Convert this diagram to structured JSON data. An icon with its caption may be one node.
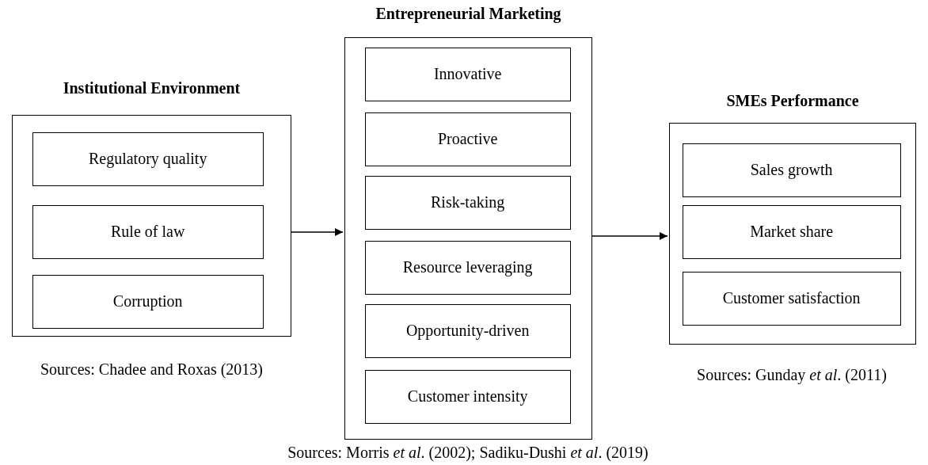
{
  "diagram": {
    "nodes": [
      {
        "text": [
          "Institutional Environment"
        ],
        "beside": [
          "Sources: Chadee and Roxas (2013)"
        ]
      },
      {
        "text": [
          "Regulatory quality"
        ],
        "in": 0
      },
      {
        "text": [
          "Rule of law"
        ],
        "in": 0
      },
      {
        "text": [
          "Corruption"
        ],
        "in": 0
      },
      {
        "text": [
          "Entrepreneurial Marketing"
        ],
        "beside": [
          "Sources: Morris *et al*. (2002); Sadiku-Dushi *et al*. (2019)"
        ]
      },
      {
        "text": [
          "Innovative"
        ],
        "in": 4
      },
      {
        "text": [
          "Proactive"
        ],
        "in": 4
      },
      {
        "text": [
          "Risk-taking"
        ],
        "in": 4
      },
      {
        "text": [
          "Resource leveraging"
        ],
        "in": 4
      },
      {
        "text": [
          "Opportunity-driven"
        ],
        "in": 4
      },
      {
        "text": [
          "Customer intensity"
        ],
        "in": 4
      },
      {
        "text": [
          "SMEs Performance"
        ],
        "beside": [
          "Sources: Gunday *et al*. (2011)"
        ]
      },
      {
        "text": [
          "Sales growth"
        ],
        "in": 11
      },
      {
        "text": [
          "Market share"
        ],
        "in": 11
      },
      {
        "text": [
          "Customer satisfaction"
        ],
        "in": 11
      }
    ],
    "edges": [
      {
        "from": 0,
        "to": 4,
        "arrow": "to"
      },
      {
        "from": 4,
        "to": 11,
        "arrow": "to"
      }
    ]
  }
}
